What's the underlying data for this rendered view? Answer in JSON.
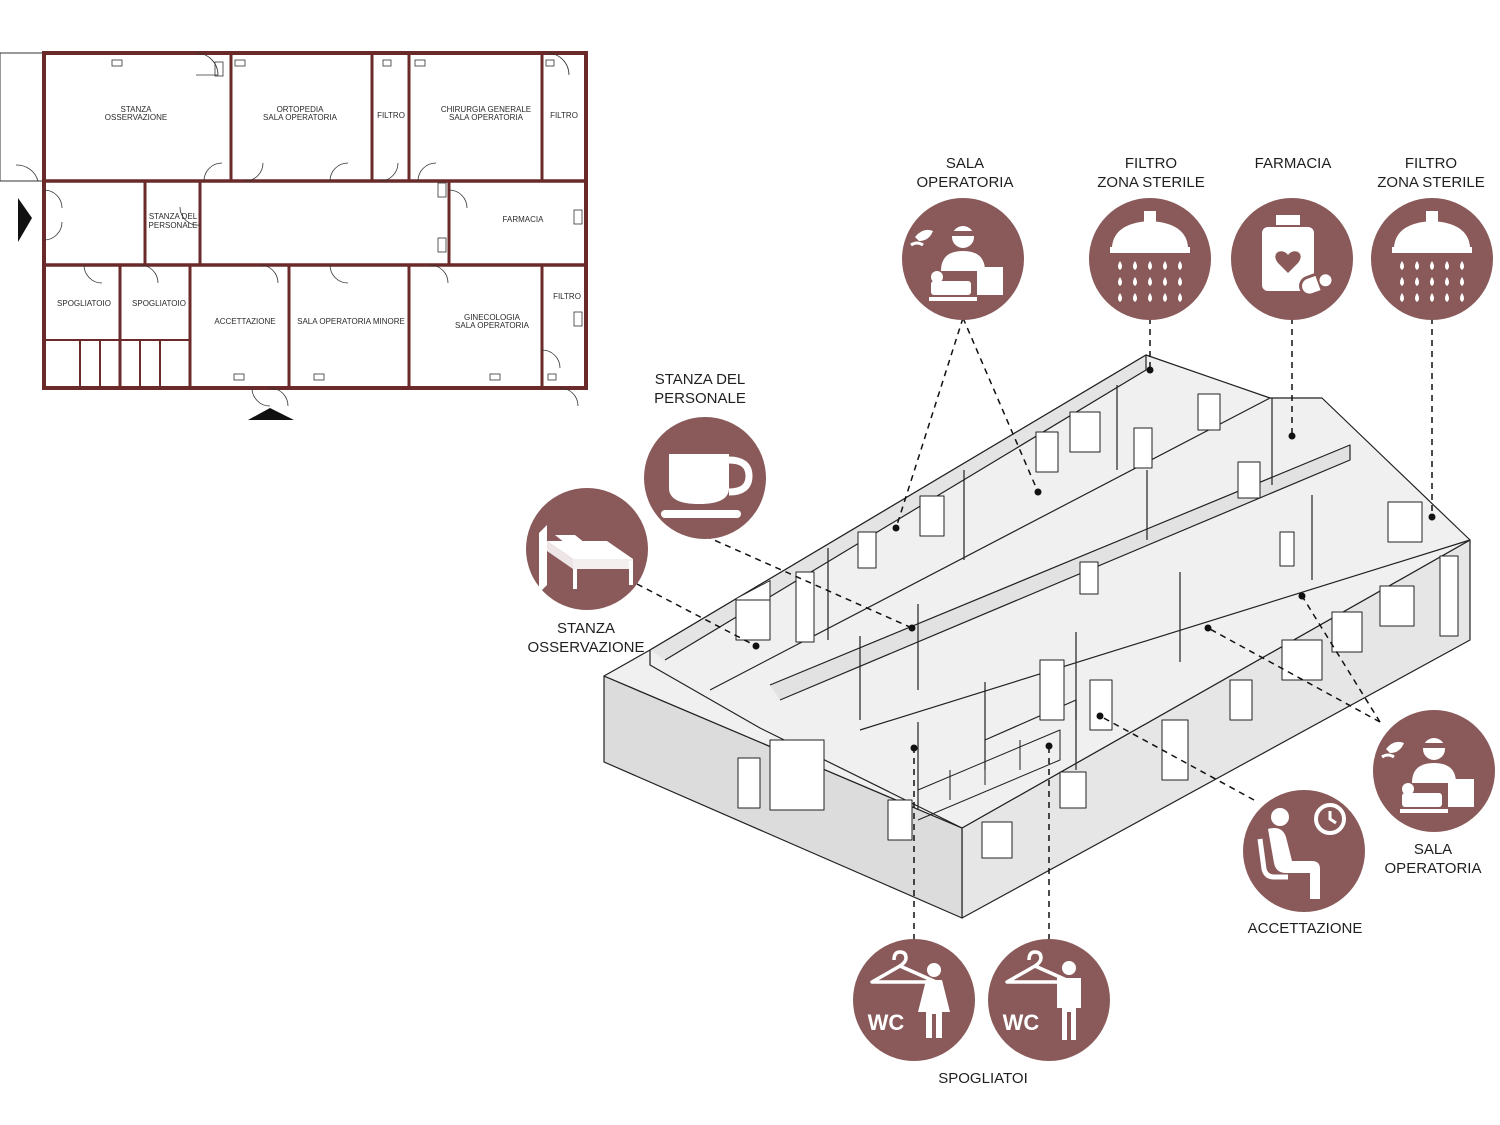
{
  "floor_plan": {
    "rooms": {
      "stanza_osservazione": [
        "STANZA",
        "OSSERVAZIONE"
      ],
      "ortopedia": [
        "ORTOPEDIA",
        "SALA OPERATORIA"
      ],
      "filtro_1": "FILTRO",
      "chirurgia": [
        "CHIRURGIA GENERALE",
        "SALA OPERATORIA"
      ],
      "filtro_2": "FILTRO",
      "stanza_personale": [
        "STANZA DEL",
        "PERSONALE"
      ],
      "farmacia": "FARMACIA",
      "spogliatoio_1": "SPOGLIATOIO",
      "spogliatoio_2": "SPOGLIATOIO",
      "accettazione": "ACCETTAZIONE",
      "sala_minore": "SALA OPERATORIA MINORE",
      "ginecologia": [
        "GINECOLOGIA",
        "SALA OPERATORIA"
      ],
      "filtro_3": "FILTRO"
    }
  },
  "callouts": {
    "sala_operatoria_top": {
      "label": [
        "SALA",
        "OPERATORIA"
      ],
      "icon": "surgeon-icon"
    },
    "filtro_1": {
      "label": [
        "FILTRO",
        "ZONA STERILE"
      ],
      "icon": "shower-icon"
    },
    "farmacia": {
      "label": [
        "FARMACIA"
      ],
      "icon": "medicine-icon"
    },
    "filtro_2": {
      "label": [
        "FILTRO",
        "ZONA STERILE"
      ],
      "icon": "shower-icon"
    },
    "stanza_personale": {
      "label": [
        "STANZA DEL",
        "PERSONALE"
      ],
      "icon": "coffee-cup-icon"
    },
    "stanza_osservazione": {
      "label": [
        "STANZA",
        "OSSERVAZIONE"
      ],
      "icon": "bed-icon"
    },
    "sala_operatoria_right": {
      "label": [
        "SALA",
        "OPERATORIA"
      ],
      "icon": "surgeon-icon"
    },
    "accettazione": {
      "label": [
        "ACCETTAZIONE"
      ],
      "icon": "waiting-room-icon"
    },
    "spogliatoi": {
      "label": [
        "SPOGLIATOI"
      ],
      "icons": [
        "wc-female-icon",
        "wc-male-icon"
      ],
      "wc_text": "WC"
    }
  },
  "colors": {
    "accent": "#8a5a5a",
    "wall": "#6b2a2a",
    "building_fill": "#ececec",
    "line": "#1a1a1a"
  }
}
